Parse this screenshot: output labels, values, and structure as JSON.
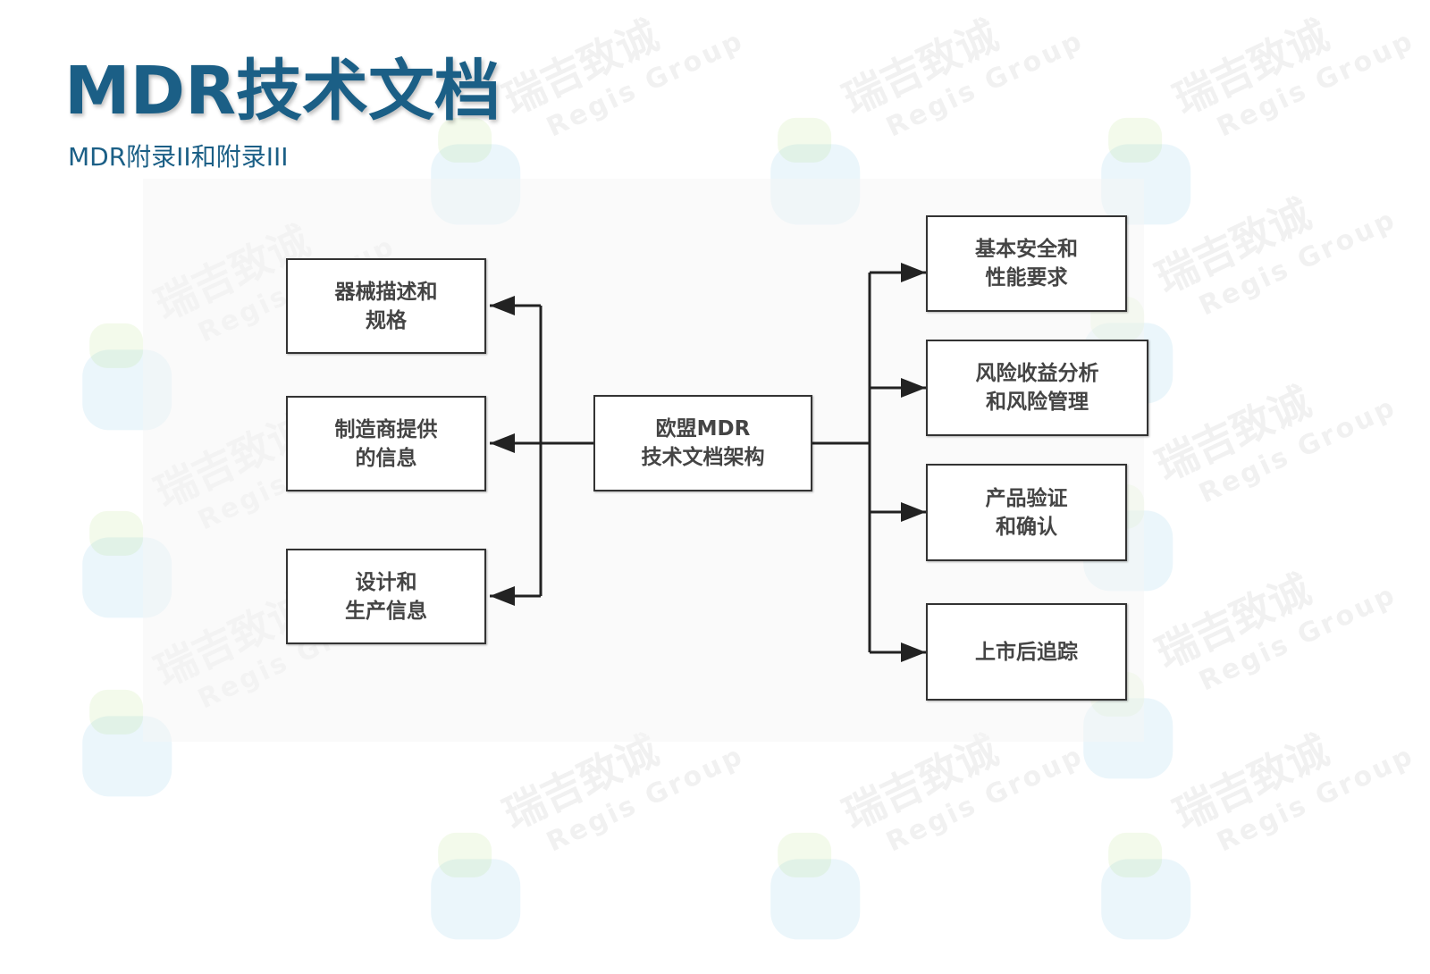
{
  "header": {
    "title": "MDR技术文档",
    "subtitle": "MDR附录II和附录III"
  },
  "watermark": {
    "cn": "瑞吉致诚",
    "en": "Regis Group"
  },
  "diagram": {
    "center": {
      "line1": "欧盟MDR",
      "line2": "技术文档架构"
    },
    "left": [
      {
        "line1": "器械描述和",
        "line2": "规格"
      },
      {
        "line1": "制造商提供",
        "line2": "的信息"
      },
      {
        "line1": "设计和",
        "line2": "生产信息"
      }
    ],
    "right": [
      {
        "line1": "基本安全和",
        "line2": "性能要求"
      },
      {
        "line1": "风险收益分析",
        "line2": "和风险管理"
      },
      {
        "line1": "产品验证",
        "line2": "和确认"
      },
      {
        "line1": "上市后追踪",
        "line2": ""
      }
    ]
  }
}
